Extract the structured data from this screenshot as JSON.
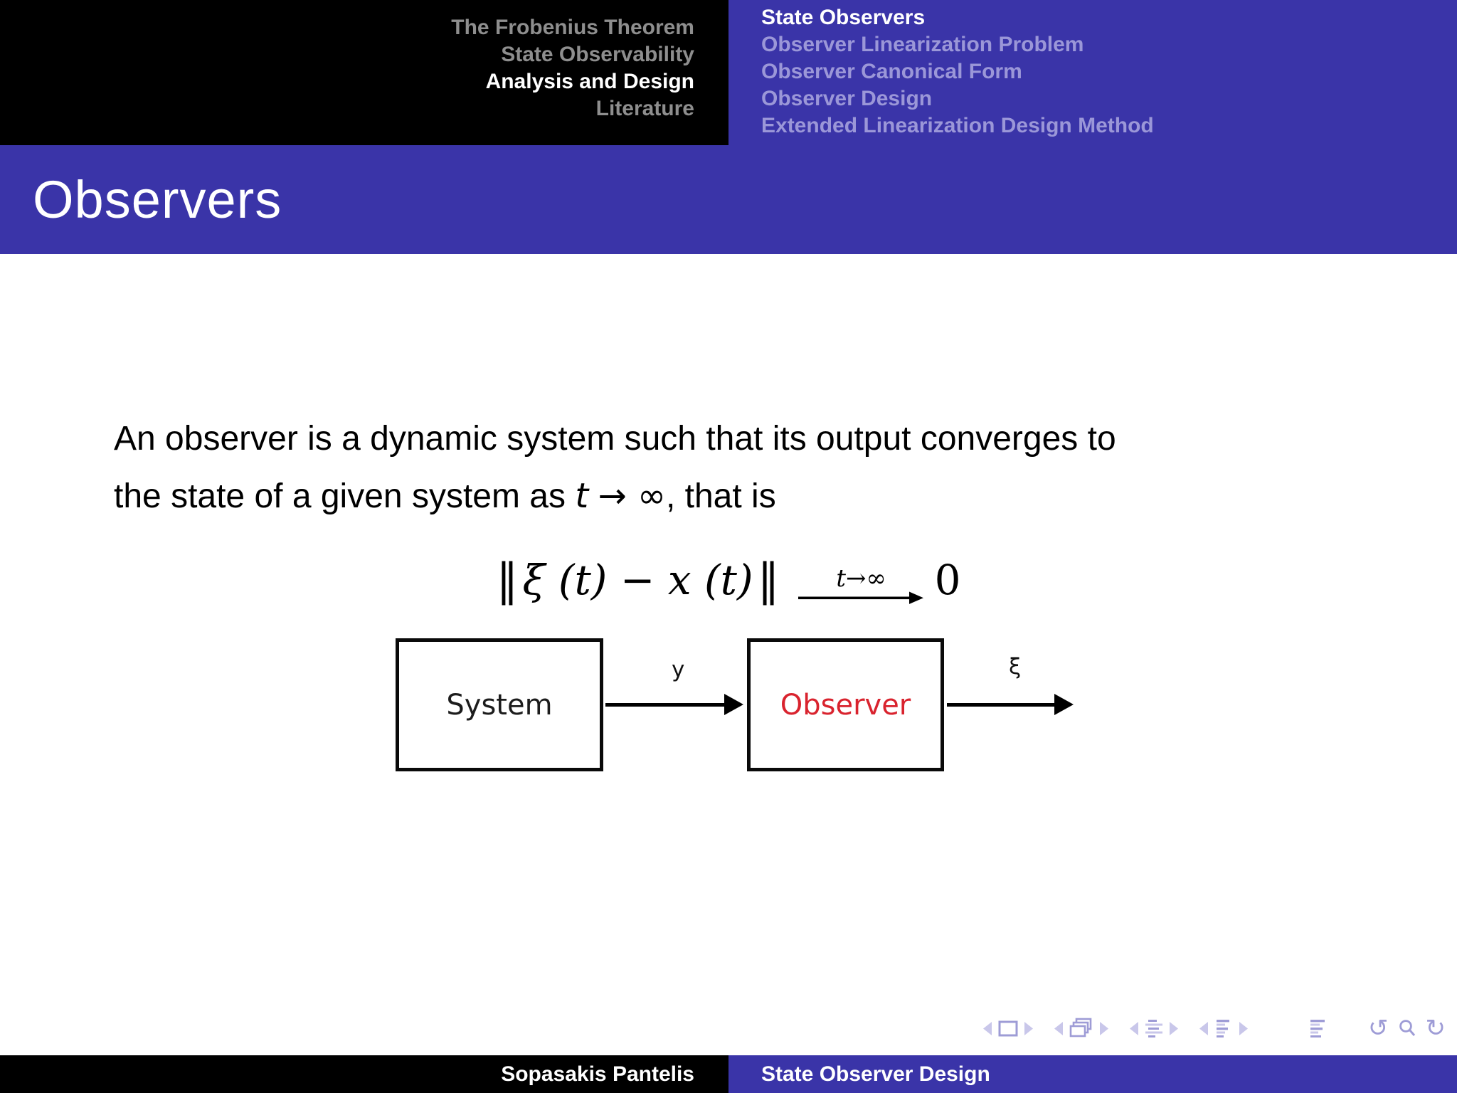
{
  "header": {
    "sections": [
      {
        "label": "The Frobenius Theorem",
        "active": false
      },
      {
        "label": "State Observability",
        "active": false
      },
      {
        "label": "Analysis and Design",
        "active": true
      },
      {
        "label": "Literature",
        "active": false
      }
    ],
    "subsections": [
      {
        "label": "State Observers",
        "active": true
      },
      {
        "label": "Observer Linearization Problem",
        "active": false
      },
      {
        "label": "Observer Canonical Form",
        "active": false
      },
      {
        "label": "Observer Design",
        "active": false
      },
      {
        "label": "Extended Linearization Design Method",
        "active": false
      }
    ]
  },
  "frame_title": "Observers",
  "main": {
    "paragraph": {
      "line1": "An observer is a dynamic system such that its output converges to",
      "line2_pre": "the state of a given system as ",
      "line2_t": "t",
      "line2_arrow": "→ ∞",
      "line2_post": ", that is"
    },
    "formula": {
      "lhs_open": "‖",
      "lhs_core": "ξ (t) − x (t)",
      "lhs_close": "‖",
      "arrow_label_t": "t",
      "arrow_label_rest": "→∞",
      "rhs": "0"
    },
    "diagram": {
      "system_label": "System",
      "observer_label": "Observer",
      "signal_y": "y",
      "signal_xi": "ξ"
    }
  },
  "nav_symbols": [
    "prev-slide",
    "current-slide",
    "next-slide",
    "prev-frame",
    "frame-stack",
    "next-frame",
    "prev-subsection",
    "subsection-list",
    "next-subsection",
    "prev-section",
    "section-list",
    "next-section",
    "appendix",
    "back",
    "search",
    "forward"
  ],
  "footer": {
    "author": "Sopasakis Pantelis",
    "deck_title": "State Observer Design"
  },
  "colors": {
    "accent_blue": "#3a34a8",
    "dim_on_blue": "#9b97d8",
    "dim_on_black": "#8e8e8e",
    "observer_red": "#d9232e",
    "nav_symbol_dark": "#9e9cd6",
    "nav_symbol_light": "#c9c7ea"
  }
}
